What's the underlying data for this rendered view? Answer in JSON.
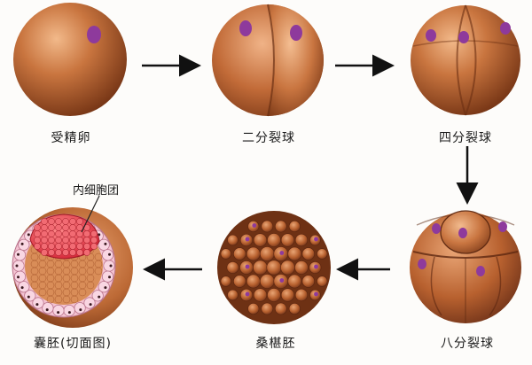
{
  "stages": [
    {
      "key": "zygote",
      "label": "受精卵"
    },
    {
      "key": "two_cell",
      "label": "二分裂球"
    },
    {
      "key": "four_cell",
      "label": "四分裂球"
    },
    {
      "key": "eight_cell",
      "label": "八分裂球"
    },
    {
      "key": "morula",
      "label": "桑椹胚"
    },
    {
      "key": "blastocyst",
      "label": "囊胚(切面图)"
    }
  ],
  "callouts": {
    "inner_cell_mass": "内细胞团"
  },
  "colors": {
    "cell_light": "#e6a274",
    "cell_mid": "#c8733f",
    "cell_dark": "#7d3b1a",
    "nucleus": "#8e3a9c",
    "arrow": "#111111",
    "icm": "#e0394a",
    "trophoblast": "#f4c3d2"
  }
}
